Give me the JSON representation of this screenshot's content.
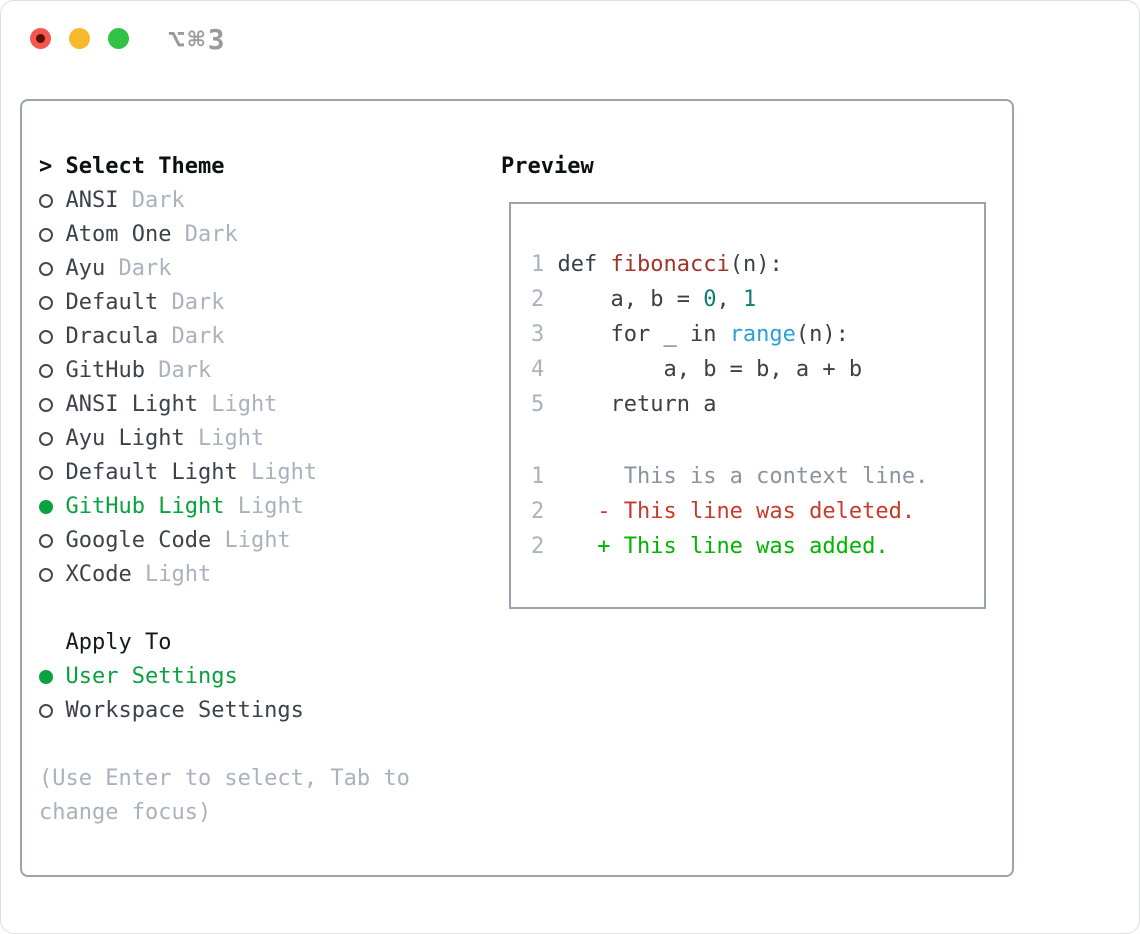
{
  "window": {
    "title": "⌥⌘3"
  },
  "colors": {
    "accent_green": "#0aa23f",
    "added_green": "#00b400",
    "deleted_red": "#c63b2a",
    "function_red": "#a43429",
    "number_teal": "#0b7d74",
    "builtin_blue": "#2d9fd4",
    "code_ink": "#3a4047",
    "muted_gray": "#a9b2bd",
    "border_gray": "#9aa4ae",
    "traffic_red": "#f4574f",
    "traffic_yellow": "#f7b92c",
    "traffic_green": "#33c146"
  },
  "picker": {
    "caret": ">",
    "title": "Select Theme",
    "themes": [
      {
        "name": "ANSI",
        "variant": "Dark",
        "selected": false
      },
      {
        "name": "Atom One",
        "variant": "Dark",
        "selected": false
      },
      {
        "name": "Ayu",
        "variant": "Dark",
        "selected": false
      },
      {
        "name": "Default",
        "variant": "Dark",
        "selected": false
      },
      {
        "name": "Dracula",
        "variant": "Dark",
        "selected": false
      },
      {
        "name": "GitHub",
        "variant": "Dark",
        "selected": false
      },
      {
        "name": "ANSI Light",
        "variant": "Light",
        "selected": false
      },
      {
        "name": "Ayu Light",
        "variant": "Light",
        "selected": false
      },
      {
        "name": "Default Light",
        "variant": "Light",
        "selected": false
      },
      {
        "name": "GitHub Light",
        "variant": "Light",
        "selected": true
      },
      {
        "name": "Google Code",
        "variant": "Light",
        "selected": false
      },
      {
        "name": "XCode",
        "variant": "Light",
        "selected": false
      }
    ],
    "apply_title": "Apply To",
    "apply_options": [
      {
        "label": "User Settings",
        "selected": true
      },
      {
        "label": "Workspace Settings",
        "selected": false
      }
    ],
    "hint": "(Use Enter to select, Tab to change focus)"
  },
  "preview": {
    "title": "Preview",
    "code_lines": [
      {
        "no": "1",
        "tokens": [
          {
            "t": "def ",
            "c": "ink"
          },
          {
            "t": "fibonacci",
            "c": "fn"
          },
          {
            "t": "(n):",
            "c": "ink"
          }
        ]
      },
      {
        "no": "2",
        "tokens": [
          {
            "t": "    a, b = ",
            "c": "ink"
          },
          {
            "t": "0",
            "c": "num"
          },
          {
            "t": ", ",
            "c": "ink"
          },
          {
            "t": "1",
            "c": "num"
          }
        ]
      },
      {
        "no": "3",
        "tokens": [
          {
            "t": "    for _ in ",
            "c": "ink"
          },
          {
            "t": "range",
            "c": "builtin"
          },
          {
            "t": "(n):",
            "c": "ink"
          }
        ]
      },
      {
        "no": "4",
        "tokens": [
          {
            "t": "        a, b = b, a + b",
            "c": "ink"
          }
        ]
      },
      {
        "no": "5",
        "tokens": [
          {
            "t": "    return a",
            "c": "ink"
          }
        ]
      }
    ],
    "diff_lines": [
      {
        "no": "1",
        "kind": "context",
        "text": "     This is a context line."
      },
      {
        "no": "2",
        "kind": "deleted",
        "text": "   - This line was deleted."
      },
      {
        "no": "2",
        "kind": "added",
        "text": "   + This line was added."
      }
    ]
  }
}
